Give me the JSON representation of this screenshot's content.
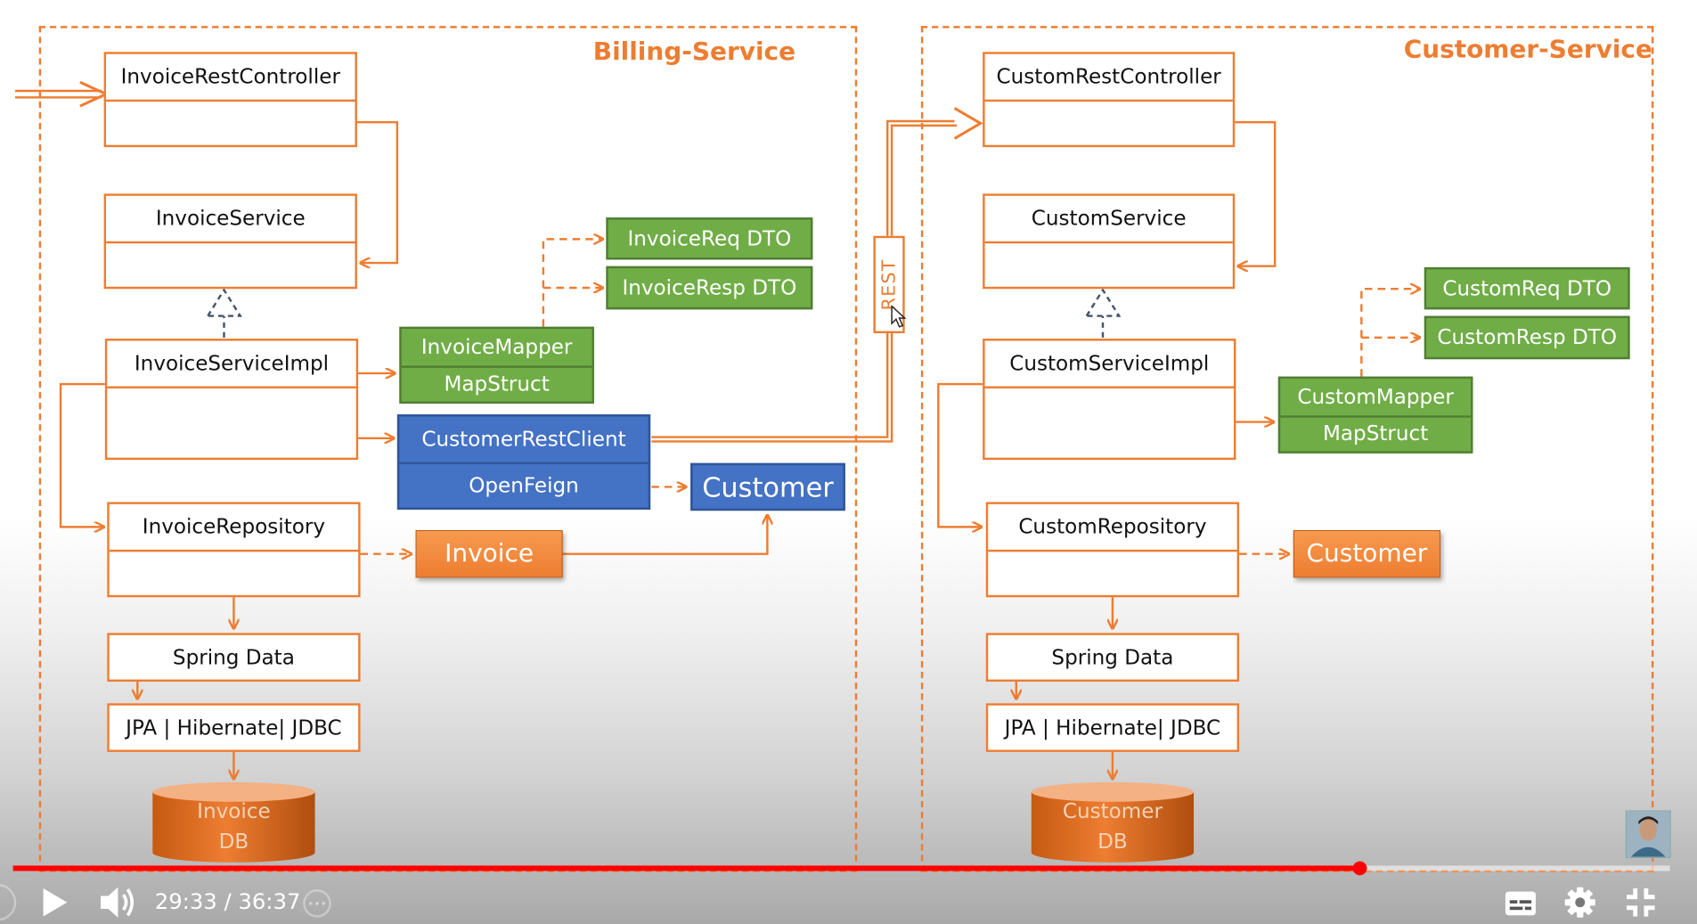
{
  "billing": {
    "title": "Billing-Service",
    "controller": "InvoiceRestController",
    "service": "InvoiceService",
    "service_impl": "InvoiceServiceImpl",
    "repository": "InvoiceRepository",
    "spring_data": "Spring Data",
    "jpa": "JPA | Hibernate| JDBC",
    "db_line1": "Invoice",
    "db_line2": "DB",
    "mapper": "InvoiceMapper",
    "mapstruct": "MapStruct",
    "req_dto": "InvoiceReq DTO",
    "resp_dto": "InvoiceResp DTO",
    "rest_client": "CustomerRestClient",
    "openfeign": "OpenFeign",
    "customer_model": "Customer",
    "invoice_entity": "Invoice"
  },
  "rest_label": "REST",
  "customer": {
    "title": "Customer-Service",
    "controller": "CustomRestController",
    "service": "CustomService",
    "service_impl": "CustomServiceImpl",
    "repository": "CustomRepository",
    "spring_data": "Spring Data",
    "jpa": "JPA | Hibernate| JDBC",
    "db_line1": "Customer",
    "db_line2": "DB",
    "mapper": "CustomMapper",
    "mapstruct": "MapStruct",
    "req_dto": "CustomReq DTO",
    "resp_dto": "CustomResp DTO",
    "customer_entity": "Customer"
  },
  "player": {
    "time": "29:33 / 36:37",
    "progress": 0.8125,
    "icons": [
      "play-icon",
      "volume-icon",
      "subtitles-icon",
      "settings-icon",
      "exit-fullscreen-icon"
    ]
  },
  "colors": {
    "accent": "#ed7d31",
    "green": "#70ad47",
    "blue": "#4472c4",
    "progress": "#ff0000"
  }
}
